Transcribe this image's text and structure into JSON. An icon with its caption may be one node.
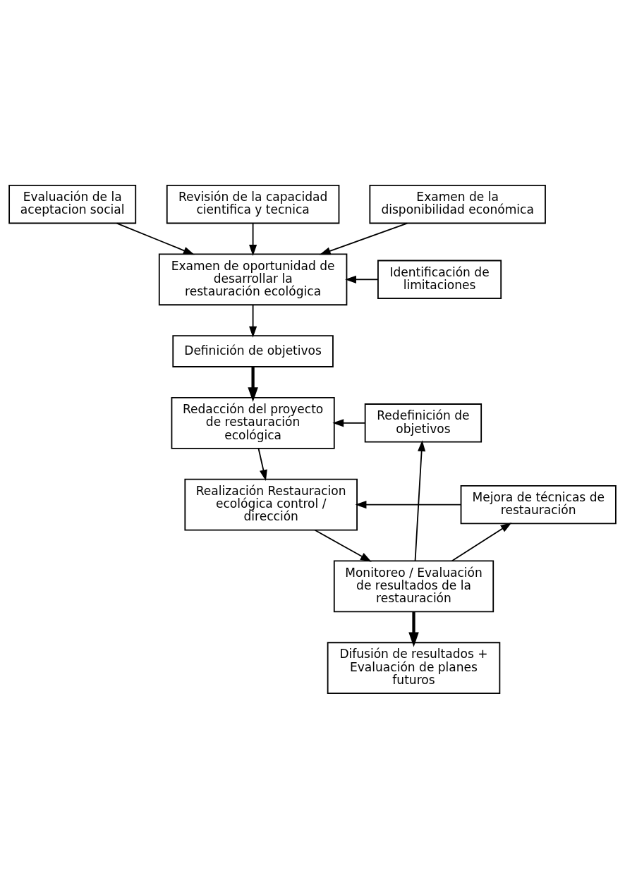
{
  "diagram": {
    "nodes": [
      {
        "text": [
          "Evaluación de la aceptacion social"
        ]
      },
      {
        "text": [
          "Revisión de la capacidad cientifica y tecnica"
        ]
      },
      {
        "text": [
          "Examen de la disponibilidad económica"
        ]
      },
      {
        "text": [
          "Examen de oportunidad de desarrollar la restauración ecológica"
        ]
      },
      {
        "text": [
          "Identificación de limitaciones"
        ]
      },
      {
        "text": [
          "Definición de objetivos"
        ]
      },
      {
        "text": [
          "Redacción del proyecto de restauración ecológica"
        ]
      },
      {
        "text": [
          "Redefinición de objetivos"
        ]
      },
      {
        "text": [
          "Realización Restauracion ecológica control / dirección"
        ]
      },
      {
        "text": [
          "Mejora de técnicas de restauración"
        ]
      },
      {
        "text": [
          "Monitoreo / Evaluación de resultados de la restauración"
        ]
      },
      {
        "text": [
          "Difusión de resultados + Evaluación de planes futuros"
        ]
      }
    ],
    "edges": [
      {
        "from": 0,
        "to": 3,
        "arrow": "to"
      },
      {
        "from": 1,
        "to": 3,
        "arrow": "to"
      },
      {
        "from": 2,
        "to": 3,
        "arrow": "to"
      },
      {
        "from": 4,
        "to": 3,
        "arrow": "to"
      },
      {
        "from": 3,
        "to": 5,
        "arrow": "to"
      },
      {
        "from": 5,
        "to": 6,
        "arrow": "to",
        "style": "thick"
      },
      {
        "from": 7,
        "to": 6,
        "arrow": "to"
      },
      {
        "from": 6,
        "to": 8,
        "arrow": "to"
      },
      {
        "from": 8,
        "to": 10,
        "arrow": "to"
      },
      {
        "from": 10,
        "to": 9,
        "arrow": "to"
      },
      {
        "from": 10,
        "to": 7,
        "arrow": "to"
      },
      {
        "from": 9,
        "to": 8,
        "arrow": "to"
      },
      {
        "from": 10,
        "to": 11,
        "arrow": "to",
        "style": "thick"
      }
    ]
  }
}
